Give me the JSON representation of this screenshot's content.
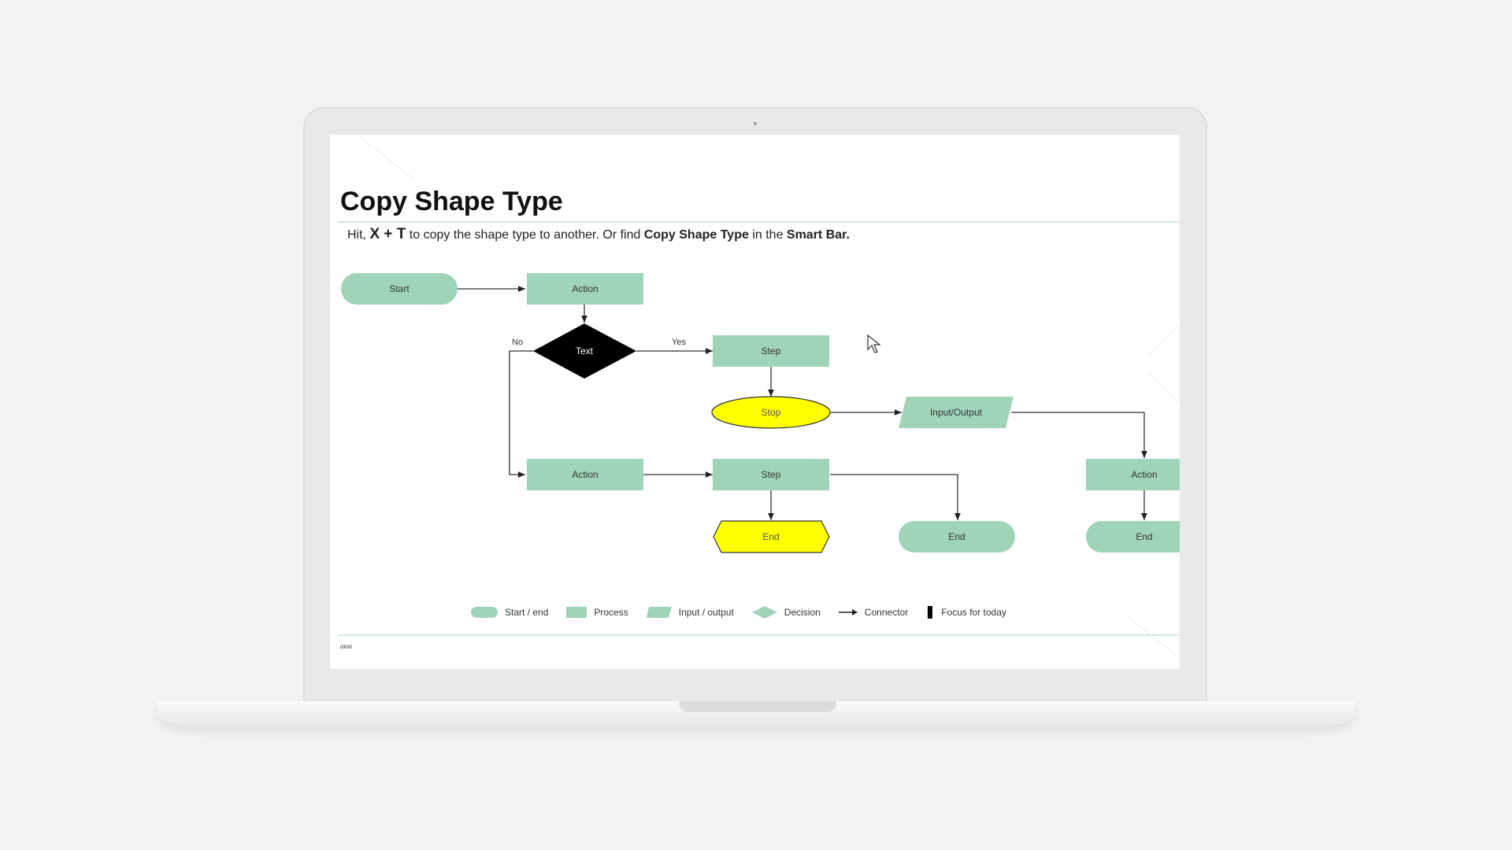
{
  "slide": {
    "title": "Copy Shape Type",
    "subtitle": {
      "prefix": "Hit, ",
      "shortcut": "X + T",
      "mid": " to copy the shape type to another. Or find ",
      "feature": "Copy Shape Type",
      "mid2": " in the ",
      "location": "Smart Bar."
    },
    "footer": "ακια"
  },
  "flowchart": {
    "nodes": {
      "start": "Start",
      "action_top": "Action",
      "decision": "Text",
      "step_top": "Step",
      "stop": "Stop",
      "io": "Input/Output",
      "action_mid": "Action",
      "step_mid": "Step",
      "end_hex": "End",
      "end_mid": "End",
      "action_right": "Action",
      "end_right": "End"
    },
    "edge_labels": {
      "no": "No",
      "yes": "Yes"
    }
  },
  "legend": {
    "items": [
      {
        "label": "Start / end",
        "icon": "terminator-icon"
      },
      {
        "label": "Process",
        "icon": "process-icon"
      },
      {
        "label": "Input / output",
        "icon": "parallelogram-icon"
      },
      {
        "label": "Decision",
        "icon": "diamond-icon"
      },
      {
        "label": "Connector",
        "icon": "arrow-icon"
      },
      {
        "label": "Focus for today",
        "icon": "bar-icon"
      }
    ]
  },
  "colors": {
    "shape_fill": "#9fd4b9",
    "highlight_fill": "#ffff00",
    "decision_fill": "#000000",
    "background": "#f2f2f2"
  }
}
